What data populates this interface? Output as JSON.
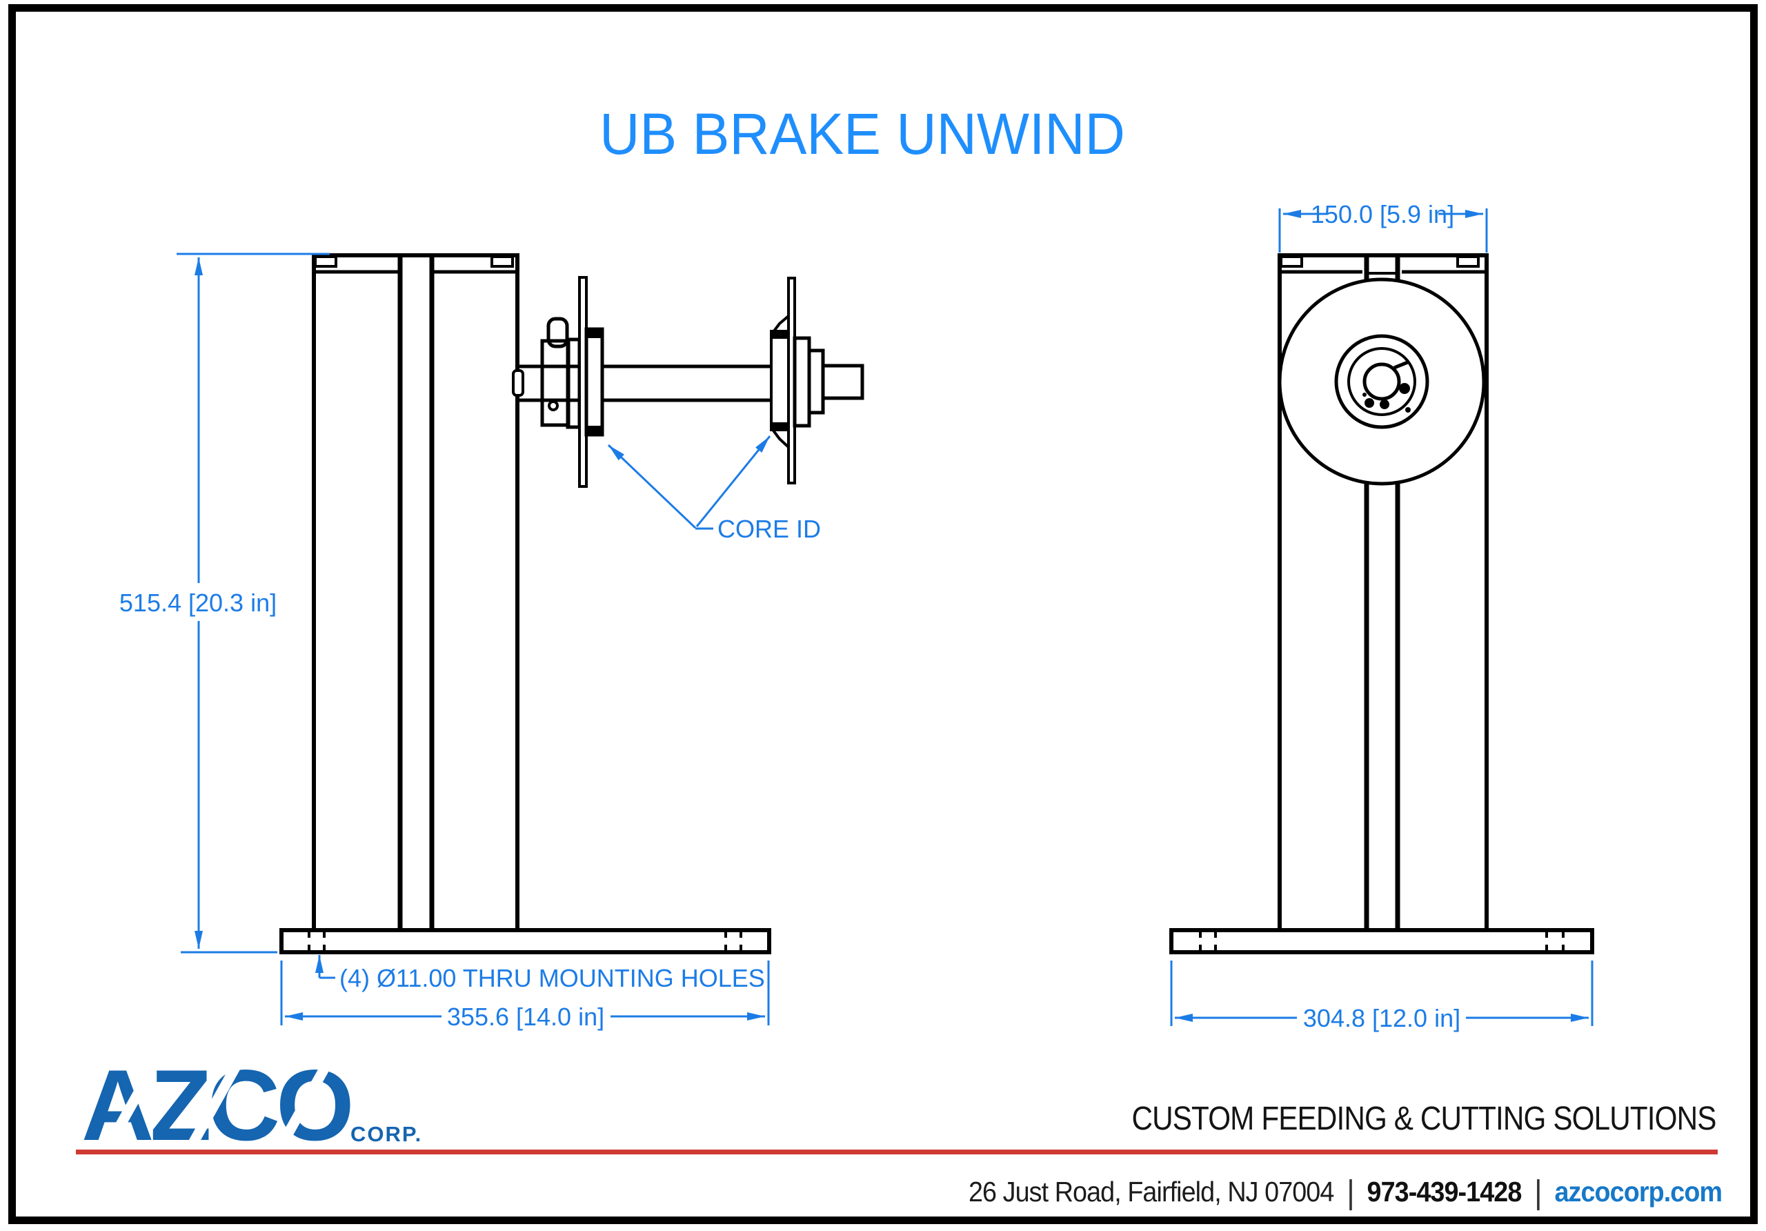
{
  "title": "UB BRAKE UNWIND",
  "colors": {
    "title_blue": "#1f8efd",
    "dimension_blue": "#1c7ce6",
    "logo_blue": "#1565b0",
    "website_blue": "#1778c8",
    "accent_red": "#cf3a32",
    "drawing_black": "#000000"
  },
  "front_view": {
    "height_dim": "515.4 [20.3 in]",
    "base_width_dim": "355.6 [14.0 in]",
    "mounting_holes_note": "(4) Ø11.00 THRU MOUNTING HOLES",
    "core_id_label": "CORE ID"
  },
  "side_view": {
    "top_width_dim": "150.0 [5.9 in]",
    "base_width_dim": "304.8 [12.0 in]"
  },
  "footer": {
    "logo_text": "AZCO",
    "logo_suffix": "CORP.",
    "tagline": "CUSTOM FEEDING & CUTTING SOLUTIONS",
    "address": "26 Just Road, Fairfield, NJ 07004",
    "separator": "|",
    "phone": "973-439-1428",
    "website": "azcocorp.com"
  }
}
